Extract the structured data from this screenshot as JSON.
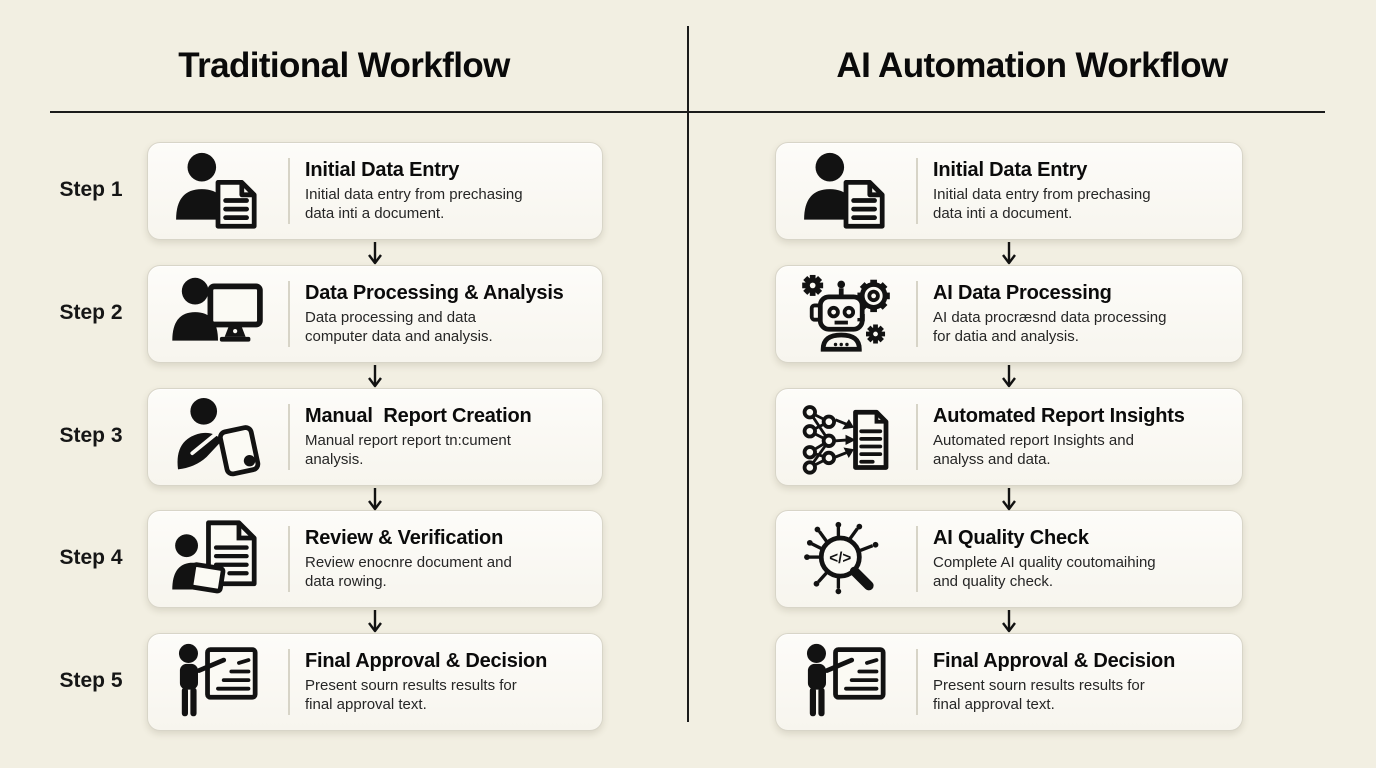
{
  "page": {
    "background": "#f2efe2",
    "line_color": "#1b1b1b"
  },
  "step_labels": [
    "Step 1",
    "Step 2",
    "Step 3",
    "Step 4",
    "Step 5"
  ],
  "left": {
    "title": "Traditional Workflow",
    "steps": [
      {
        "icon": "person-document-icon",
        "title": "Initial Data Entry",
        "description": "Initial data entry from prechasing\ndata inti a document."
      },
      {
        "icon": "person-computer-icon",
        "title": "Data Processing & Analysis",
        "description": "Data processing and data\ncomputer data and analysis."
      },
      {
        "icon": "person-writing-icon",
        "title": "Manual  Report Creation",
        "description": "Manual report report tn:cument\nanalysis."
      },
      {
        "icon": "person-review-icon",
        "title": "Review & Verification",
        "description": "Review enocnre document and\ndata rowing."
      },
      {
        "icon": "presenter-board-icon",
        "title": "Final Approval & Decision",
        "description": "Present sourn results results for\nfinal approval text."
      }
    ]
  },
  "right": {
    "title": "AI Automation Workflow",
    "steps": [
      {
        "icon": "person-document-icon",
        "title": "Initial Data Entry",
        "description": "Initial data entry from prechasing\ndata inti a document."
      },
      {
        "icon": "robot-gears-icon",
        "title": "AI Data Processing",
        "description": "AI data procræsnd data processing\nfor datia and analysis."
      },
      {
        "icon": "neural-network-document-icon",
        "title": "Automated Report Insights",
        "description": "Automated report Insights and\nanalyss and data."
      },
      {
        "icon": "ai-quality-magnifier-icon",
        "title": "AI Quality Check",
        "description": "Complete AI quality coutomaihing\nand quality check."
      },
      {
        "icon": "presenter-board-icon",
        "title": "Final Approval & Decision",
        "description": "Present sourn results results for\nfinal approval text."
      }
    ]
  }
}
